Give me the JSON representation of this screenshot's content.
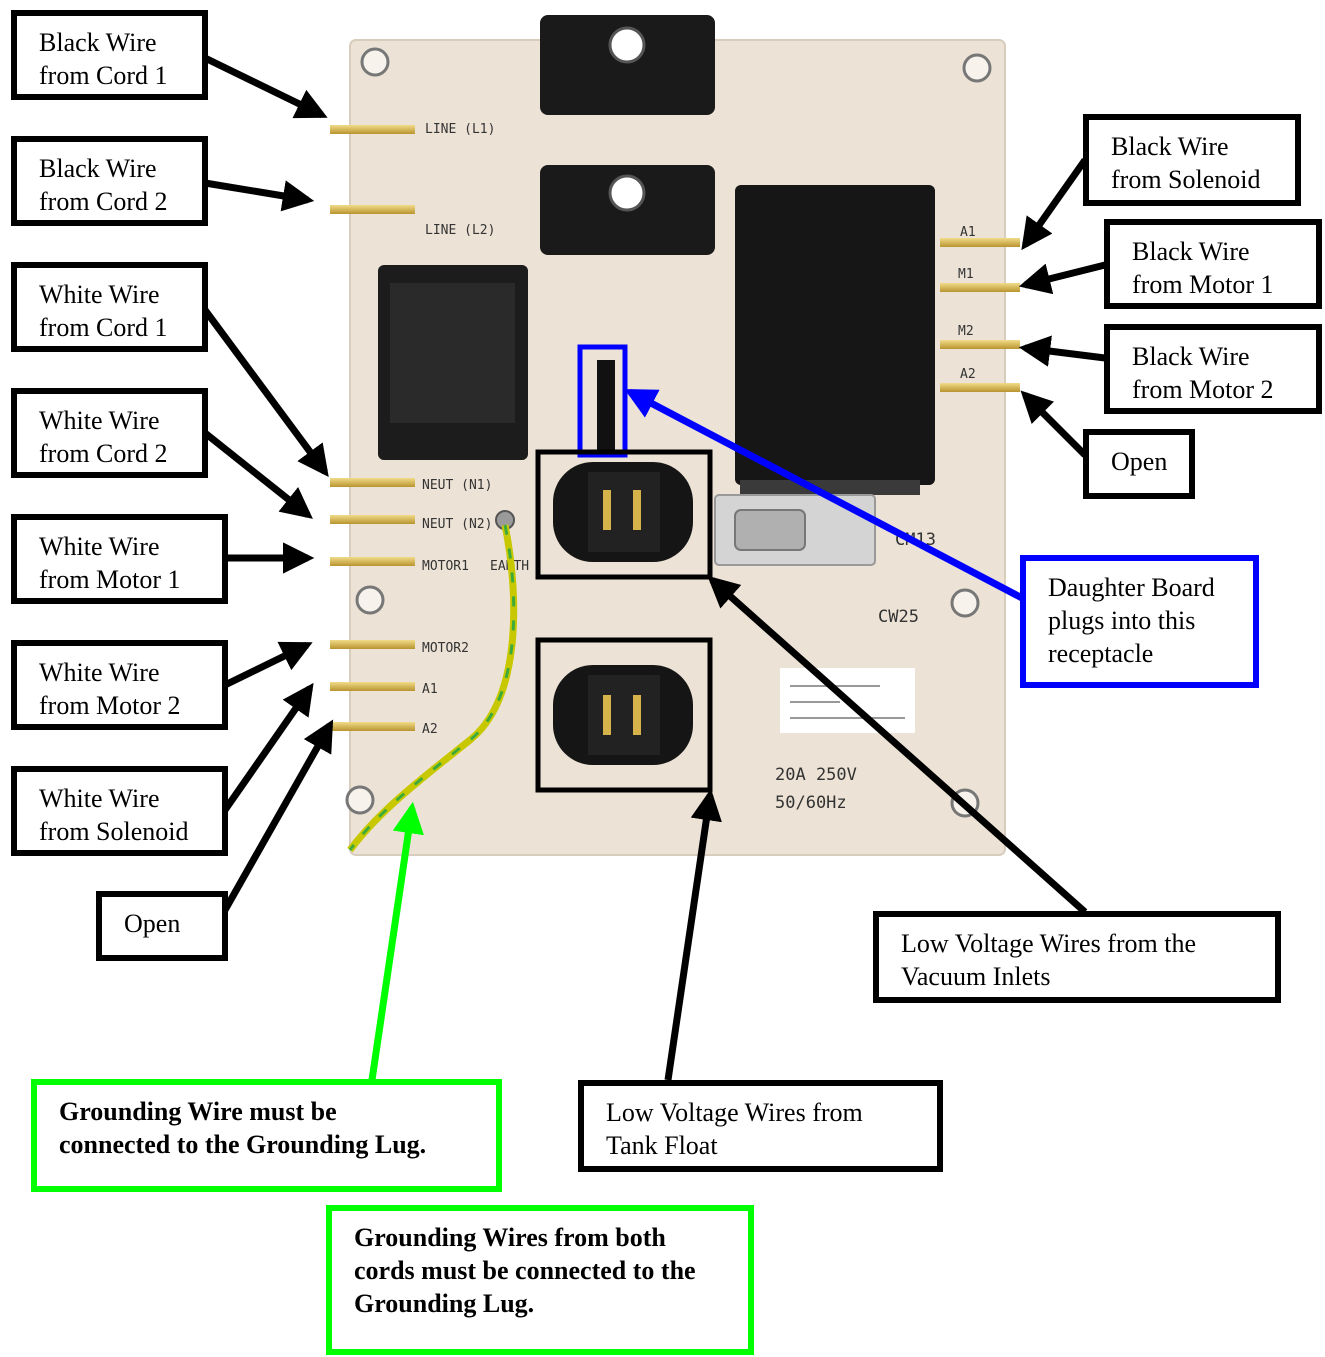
{
  "board": {
    "pins_left": [
      "LINE (L1)",
      "LINE (L2)",
      "NEUT (N1)",
      "NEUT (N2)",
      "MOTOR1",
      "MOTOR2",
      "A1",
      "A2"
    ],
    "earth_label": "EARTH",
    "pins_right": [
      "A1",
      "M1",
      "M2",
      "A2"
    ],
    "id_code": "CW25",
    "rating_amps": "20A 250V",
    "rating_freq": "50/60Hz",
    "relay_mark": "CM13"
  },
  "callouts": {
    "black_cord1": [
      "Black Wire",
      "from Cord 1"
    ],
    "black_cord2": [
      "Black Wire",
      "from Cord 2"
    ],
    "white_cord1": [
      "White Wire",
      "from Cord 1"
    ],
    "white_cord2": [
      "White Wire",
      "from Cord 2"
    ],
    "white_motor1": [
      "White Wire",
      "from Motor 1"
    ],
    "white_motor2": [
      "White Wire",
      "from Motor 2"
    ],
    "white_solenoid": [
      "White Wire",
      "from Solenoid"
    ],
    "open_left": [
      "Open"
    ],
    "black_solenoid": [
      "Black Wire",
      "from Solenoid"
    ],
    "black_motor1": [
      "Black Wire",
      "from Motor 1"
    ],
    "black_motor2": [
      "Black Wire",
      "from Motor 2"
    ],
    "open_right": [
      "Open"
    ],
    "daughter_board": [
      "Daughter Board",
      "plugs into this",
      "receptacle"
    ],
    "low_voltage_inlets": [
      "Low Voltage Wires from the",
      "Vacuum Inlets"
    ],
    "grounding_wire": [
      "Grounding Wire must be",
      "connected to the Grounding Lug."
    ],
    "low_voltage_float": [
      "Low Voltage Wires from",
      "Tank Float"
    ],
    "grounding_cords": [
      "Grounding Wires from both",
      "cords must be connected to the",
      "Grounding Lug."
    ]
  },
  "colors": {
    "callout_border": "#000000",
    "daughter_board_highlight": "#0000ff",
    "grounding_highlight": "#00ff00",
    "board": "#ece3d6",
    "ground_wire": "#c8c800"
  }
}
